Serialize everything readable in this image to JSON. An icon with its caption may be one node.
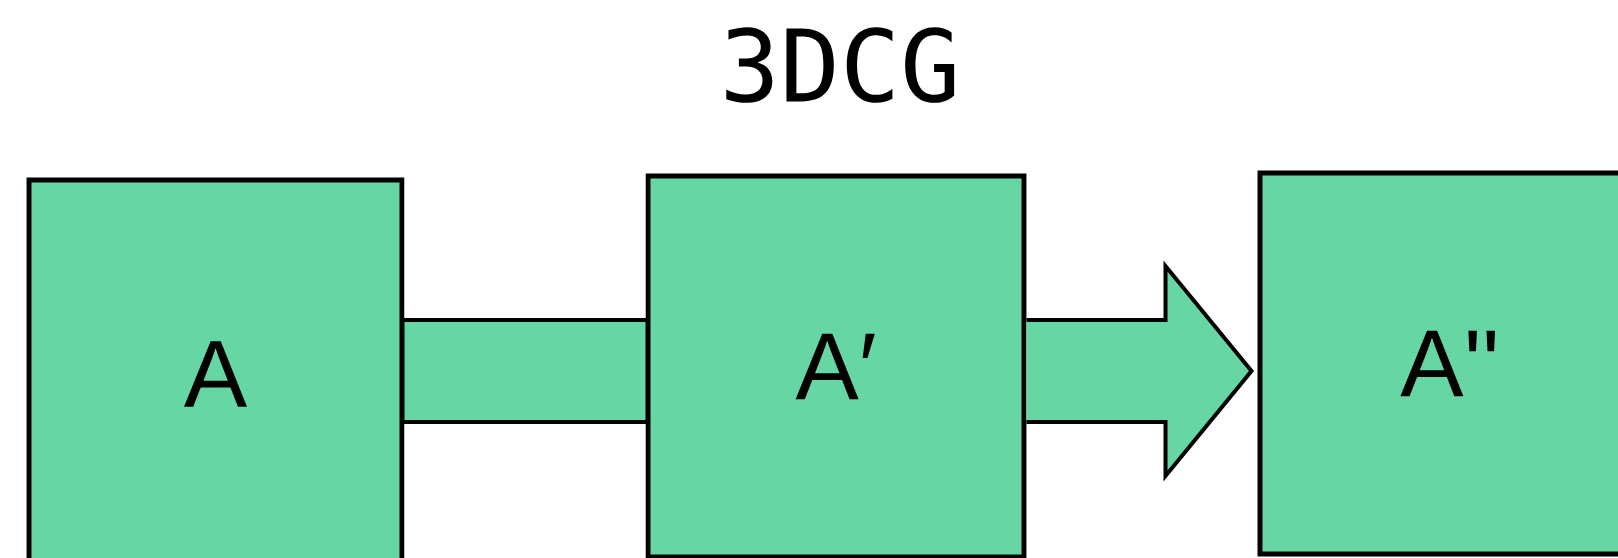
{
  "diagram": {
    "title": "3DCG",
    "nodes": [
      {
        "text": [
          "A"
        ]
      },
      {
        "text": [
          "A′"
        ]
      },
      {
        "text": [
          "A''"
        ]
      }
    ],
    "edges": [
      {
        "from": 0,
        "to": 1,
        "arrow": "none",
        "style": "thick"
      },
      {
        "from": 1,
        "to": 2,
        "arrow": "to",
        "style": "thick"
      }
    ]
  }
}
